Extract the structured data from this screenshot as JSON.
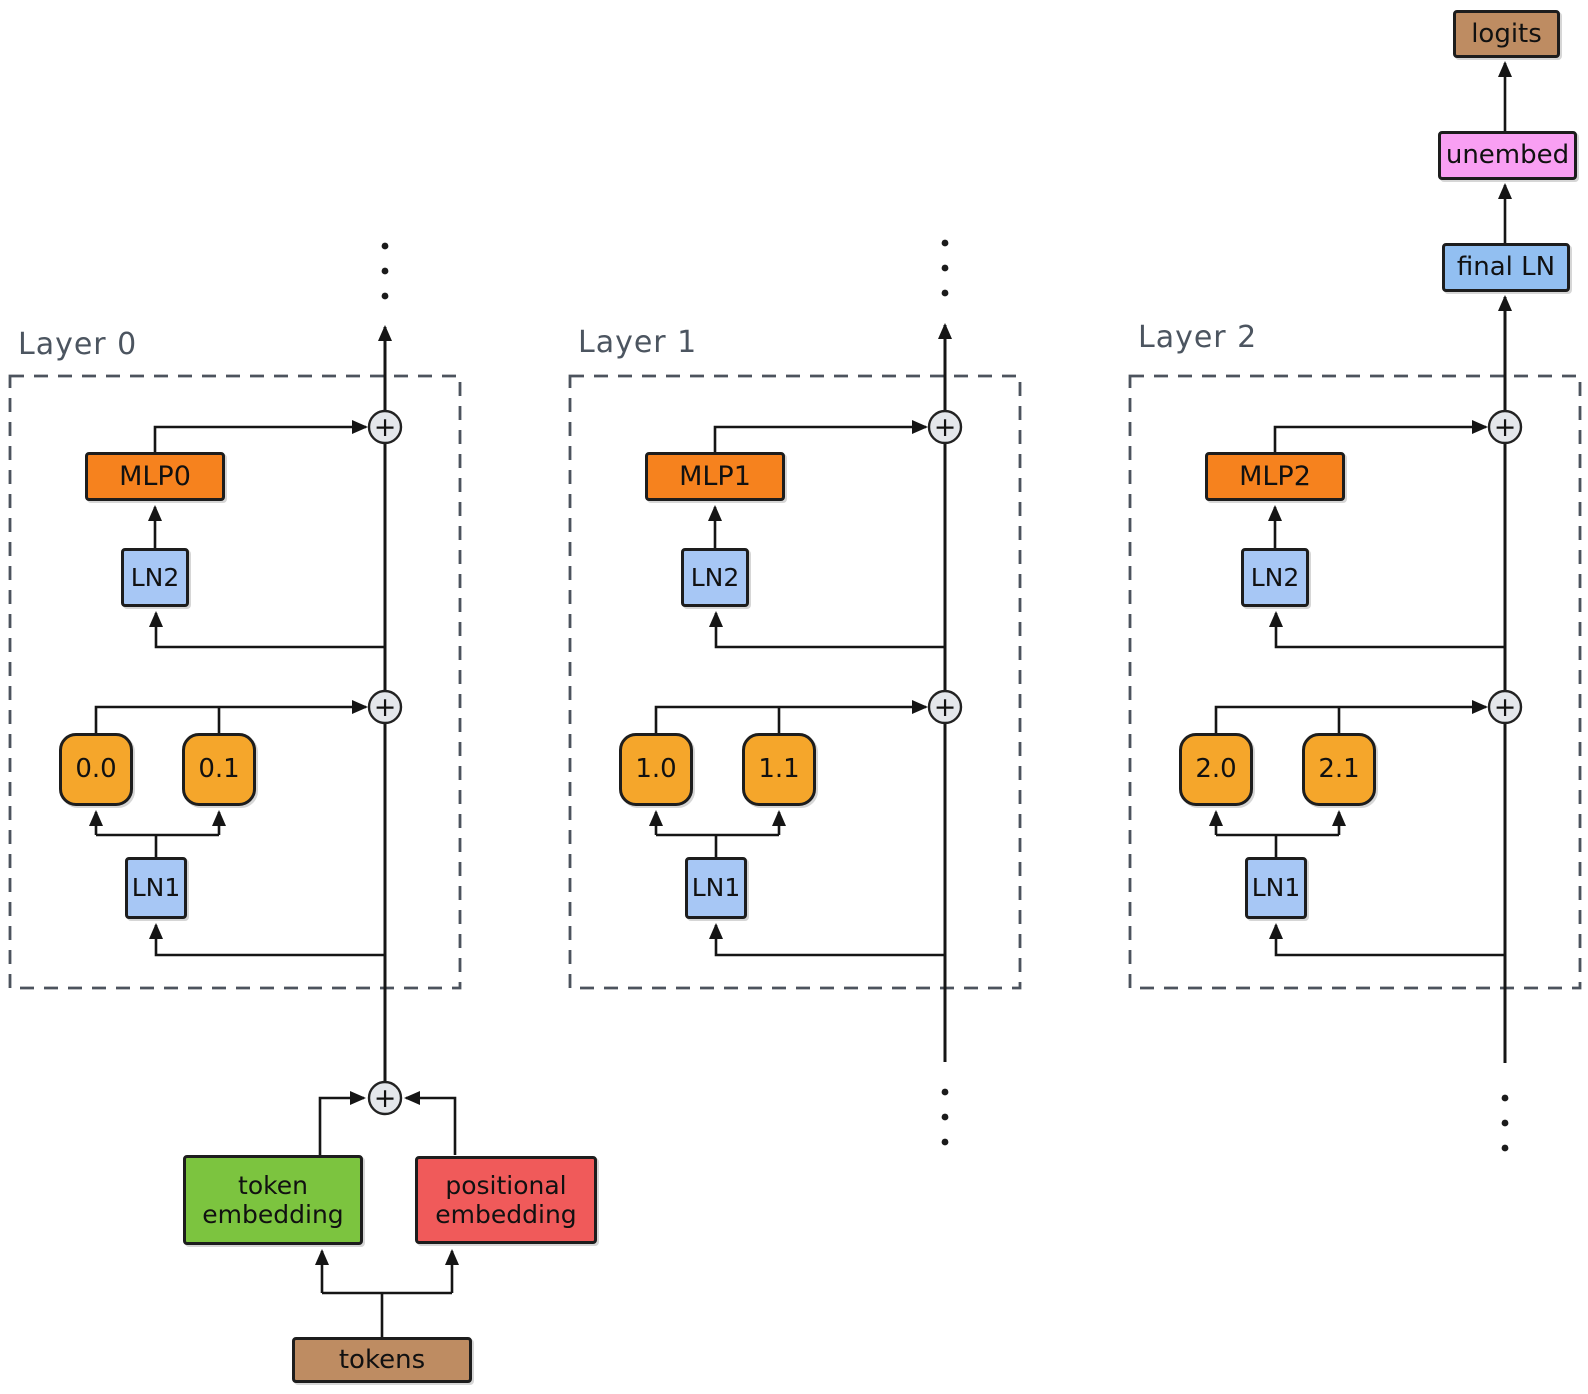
{
  "diagram": {
    "title_implicit": "transformer decoder block diagram",
    "plus_symbol": "+",
    "layers": [
      {
        "label": "Layer 0",
        "mlp": "MLP0",
        "ln1": "LN1",
        "ln2": "LN2",
        "heads": [
          "0.0",
          "0.1"
        ]
      },
      {
        "label": "Layer 1",
        "mlp": "MLP1",
        "ln1": "LN1",
        "ln2": "LN2",
        "heads": [
          "1.0",
          "1.1"
        ]
      },
      {
        "label": "Layer 2",
        "mlp": "MLP2",
        "ln1": "LN1",
        "ln2": "LN2",
        "heads": [
          "2.0",
          "2.1"
        ]
      }
    ],
    "embedding": {
      "token": "token embedding",
      "positional": "positional embedding",
      "tokens": "tokens"
    },
    "output": {
      "final_ln": "final LN",
      "unembed": "unembed",
      "logits": "logits"
    },
    "icons": {
      "residual_add": "plus-circle-icon",
      "continuation": "vertical-ellipsis-dots",
      "flow": "arrowhead"
    },
    "colors": {
      "attention_head": "#F5A62B",
      "mlp": "#F6821E",
      "layernorm": "#A7C7F5",
      "final_ln": "#92BFF1",
      "token_embedding": "#7CC43F",
      "positional_embedding": "#F05A5A",
      "tokens_box": "#BE8C62",
      "logits_box": "#BE8C62",
      "unembed_box": "#F99FF3",
      "plus_node_fill": "#E4E7EB",
      "dashed_border": "#4C535D",
      "layer_label_text": "#4C5560",
      "wire": "#151515",
      "background": "#FFFFFF"
    }
  }
}
